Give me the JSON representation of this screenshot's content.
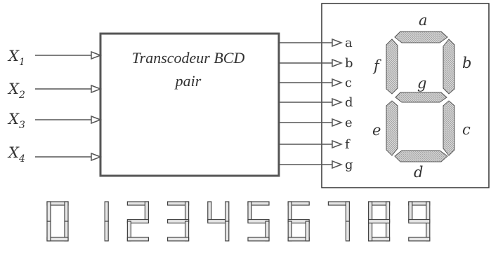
{
  "block": {
    "title_line1": "Transcodeur BCD",
    "title_line2": "pair"
  },
  "inputs": [
    {
      "base": "X",
      "sub": "1"
    },
    {
      "base": "X",
      "sub": "2"
    },
    {
      "base": "X",
      "sub": "3"
    },
    {
      "base": "X",
      "sub": "4"
    }
  ],
  "outputs": [
    "a",
    "b",
    "c",
    "d",
    "e",
    "f",
    "g"
  ],
  "segment_labels": {
    "a": "a",
    "b": "b",
    "c": "c",
    "d": "d",
    "e": "e",
    "f": "f",
    "g": "g"
  },
  "digits": [
    "0",
    "1",
    "2",
    "3",
    "4",
    "5",
    "6",
    "7",
    "8",
    "9"
  ],
  "colors": {
    "stroke": "#444444",
    "segment_fill": "#cfcfcf",
    "digit_fill": "#e6e6e6"
  }
}
